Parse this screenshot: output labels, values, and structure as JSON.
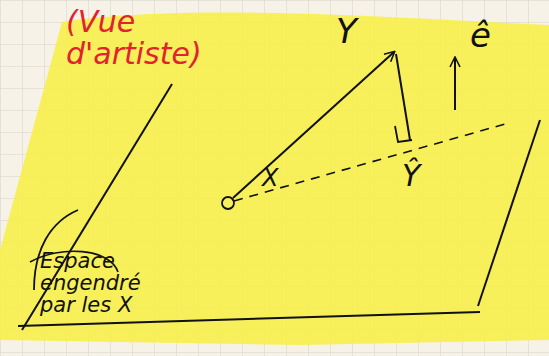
{
  "diagram": {
    "labels": [
      "(Vue d'artiste)",
      "Y",
      "X",
      "ê",
      "Ŷ",
      "Espace engendré par les X"
    ]
  }
}
